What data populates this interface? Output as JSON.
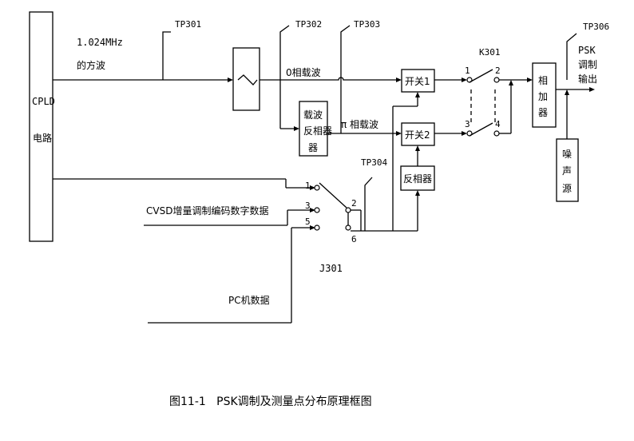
{
  "blocks": {
    "cpld": [
      "CPLD",
      "电路"
    ],
    "carrier_inverter": [
      "载波",
      "反相器"
    ],
    "switch1": "开关1",
    "switch2": "开关2",
    "inverter": "反相器",
    "adder": [
      "相",
      "加",
      "器"
    ],
    "noise": [
      "噪",
      "声",
      "源"
    ]
  },
  "labels": {
    "freq": "1.024MHz",
    "square_wave": "的方波",
    "carrier_0": "0相载波",
    "carrier_pi": "π 相载波",
    "output": [
      "PSK",
      "调制",
      "输出"
    ],
    "cvsd": "CVSD增量调制编码数字数据",
    "pc": "PC机数据",
    "jumper": "J301",
    "relay": "K301"
  },
  "test_points": [
    "TP301",
    "TP302",
    "TP303",
    "TP304",
    "TP306"
  ],
  "relay_pins": [
    "1",
    "2",
    "3",
    "4"
  ],
  "jumper_pins": [
    "1",
    "2",
    "3",
    "5",
    "6"
  ],
  "caption": "图11-1   PSK调制及测量点分布原理框图"
}
